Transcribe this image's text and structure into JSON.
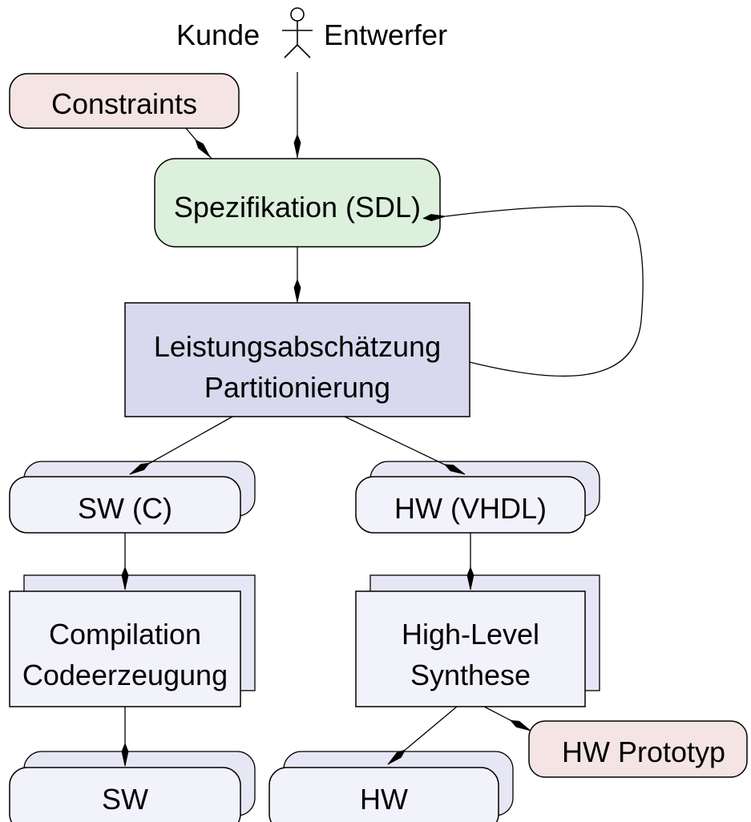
{
  "actors": {
    "left_label": "Kunde",
    "right_label": "Entwerfer"
  },
  "nodes": {
    "constraints": "Constraints",
    "spezifikation": "Spezifikation (SDL)",
    "leistung_line1": "Leistungsabschätzung",
    "leistung_line2": "Partitionierung",
    "sw_c": "SW (C)",
    "hw_vhdl": "HW (VHDL)",
    "compilation_line1": "Compilation",
    "compilation_line2": "Codeerzeugung",
    "highlevel_line1": "High-Level",
    "highlevel_line2": "Synthese",
    "hw_prototyp": "HW Prototyp",
    "sw": "SW",
    "hw": "HW"
  },
  "colors": {
    "constraints_fill": "#f4e4e4",
    "spezifikation_fill": "#dcf0dc",
    "partition_fill": "#d8d8ee",
    "stack_fill": "#f2f2fa",
    "stack_back_fill": "#e6e6f4",
    "prototype_fill": "#f4e4e4",
    "stroke": "#000000"
  }
}
